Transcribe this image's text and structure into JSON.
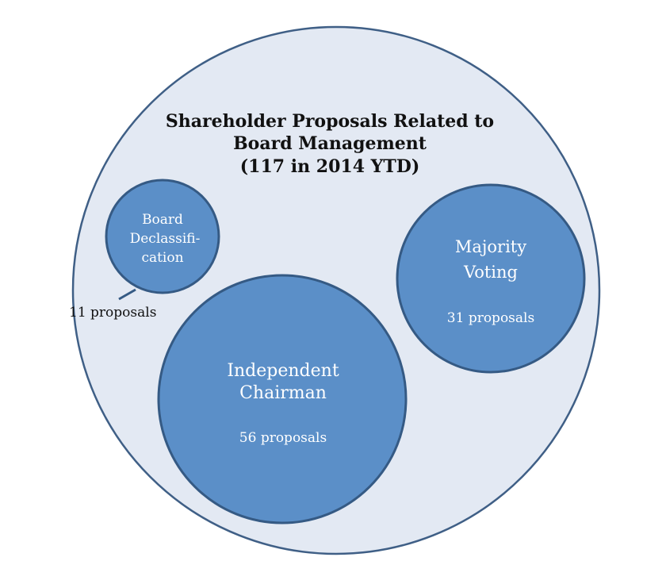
{
  "title_lines": [
    "Shareholder Proposals Related to",
    "Board Management",
    "(117 in 2014 YTD)"
  ],
  "bubbles": [
    {
      "id": "board-declassification",
      "label_lines": [
        "Board",
        "Declassifi-",
        "cation"
      ],
      "count_label": "11 proposals",
      "count": 11
    },
    {
      "id": "majority-voting",
      "label_lines": [
        "Majority",
        "Voting"
      ],
      "count_label": "31 proposals",
      "count": 31
    },
    {
      "id": "independent-chairman",
      "label_lines": [
        "Independent",
        "Chairman"
      ],
      "count_label": "56 proposals",
      "count": 56
    }
  ],
  "total_count": 117,
  "colors": {
    "outer_fill": "#e3e9f3",
    "outer_stroke": "#3f5f86",
    "bubble_fill": "#5b8fc8",
    "bubble_stroke": "#355a84"
  }
}
